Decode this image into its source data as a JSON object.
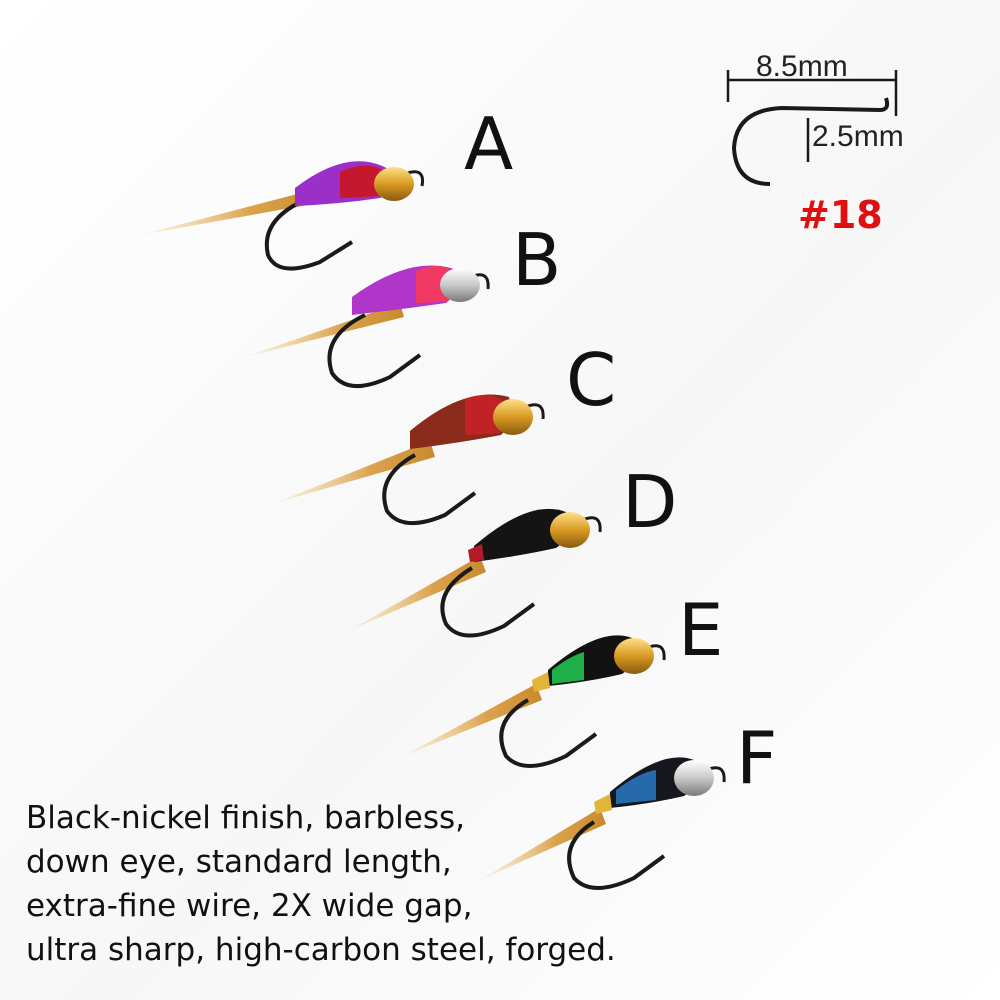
{
  "colors": {
    "text": "#111111",
    "size_label": "#e01010",
    "hook": "#1a1a1a",
    "tail": "#d9a24a"
  },
  "hook_diagram": {
    "width_label": "8.5mm",
    "gap_label": "2.5mm",
    "size_label": "#18"
  },
  "flies": [
    {
      "label": "A",
      "bead": "gold",
      "body": "purple-red"
    },
    {
      "label": "B",
      "bead": "silver",
      "body": "purple-pink"
    },
    {
      "label": "C",
      "bead": "gold",
      "body": "copper-red"
    },
    {
      "label": "D",
      "bead": "gold",
      "body": "black"
    },
    {
      "label": "E",
      "bead": "gold",
      "body": "green-black"
    },
    {
      "label": "F",
      "bead": "silver",
      "body": "blue-black"
    }
  ],
  "description": [
    "Black-nickel finish, barbless,",
    "down eye, standard length,",
    "extra-fine wire, 2X wide gap,",
    "ultra sharp, high-carbon steel, forged."
  ]
}
